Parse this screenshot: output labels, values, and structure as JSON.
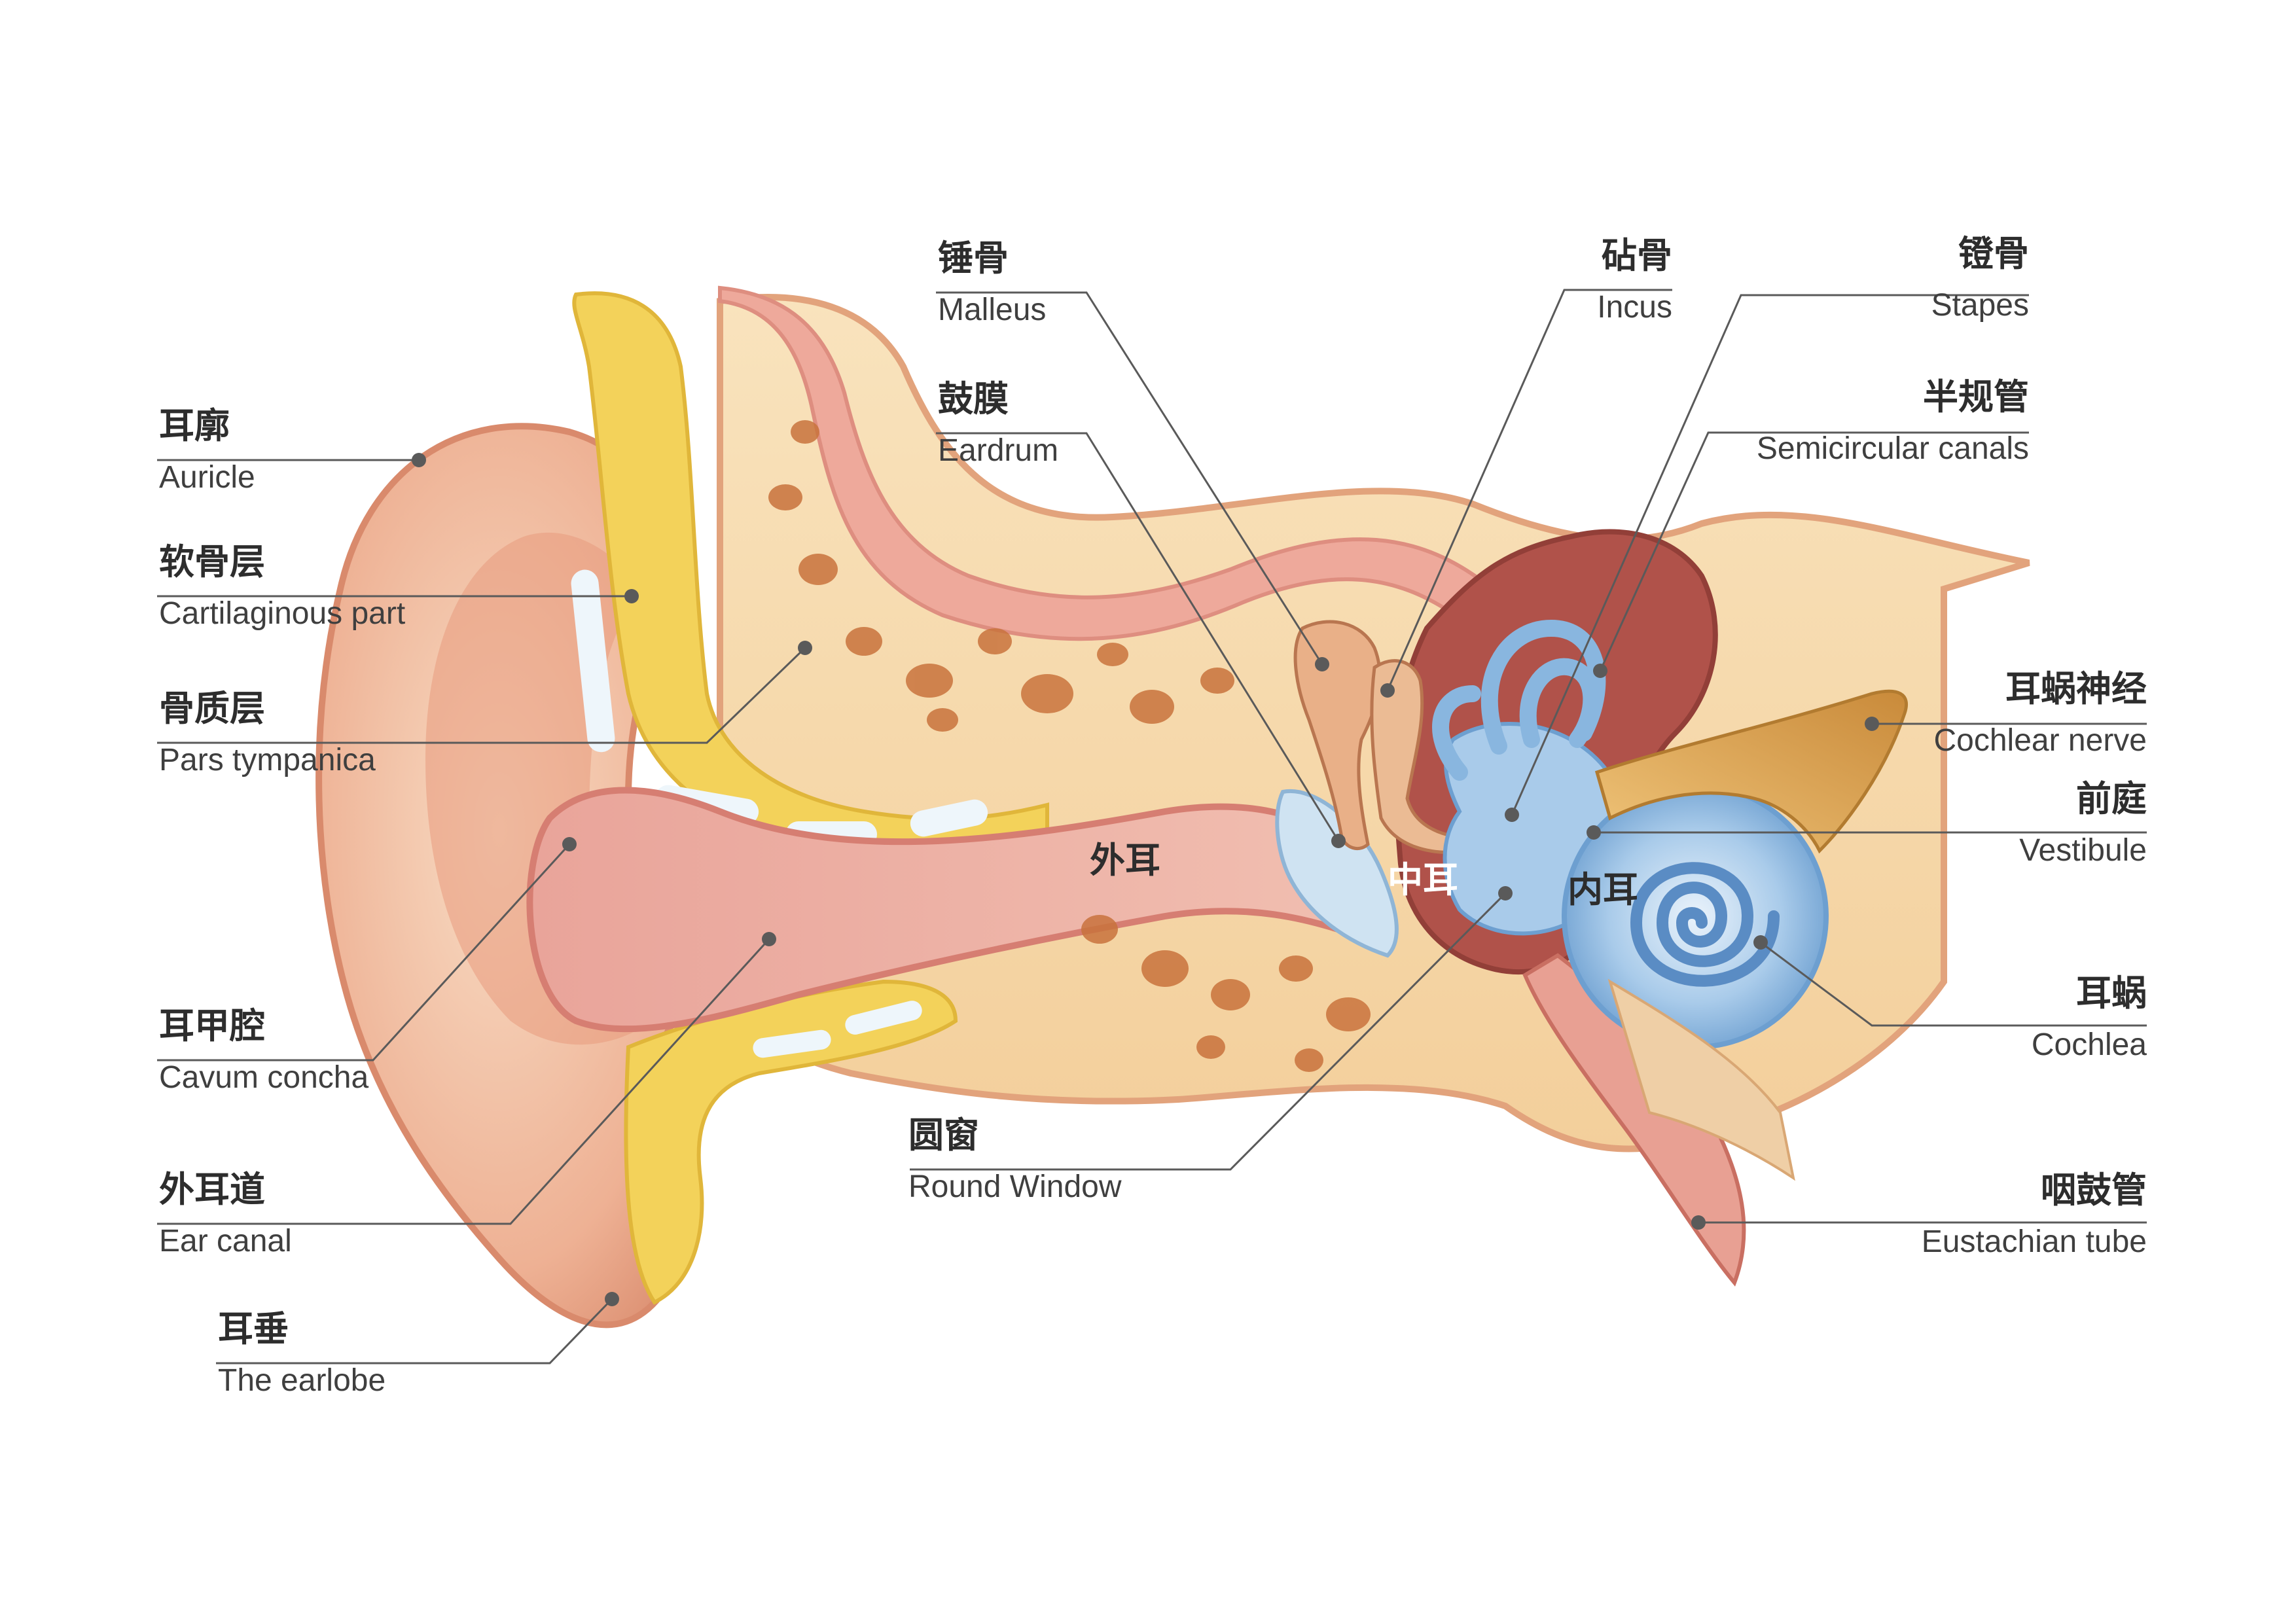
{
  "colors": {
    "skin_light": "#f6d4b8",
    "skin_mid": "#eba98a",
    "skin_dark": "#d9876a",
    "bone": "#f7dcae",
    "bone_hole": "#c9733d",
    "cartilage": "#f3d25a",
    "canal_pink": "#e8a8a0",
    "cavity_red": "#b0524a",
    "inner_blue": "#9cc3e6",
    "nerve": "#e4b466",
    "leader": "#5a5a5a"
  },
  "labels_left": [
    {
      "zh": "耳廓",
      "en": "Auricle"
    },
    {
      "zh": "软骨层",
      "en": "Cartilaginous part"
    },
    {
      "zh": "骨质层",
      "en": "Pars tympanica"
    },
    {
      "zh": "耳甲腔",
      "en": "Cavum concha"
    },
    {
      "zh": "外耳道",
      "en": "Ear canal"
    },
    {
      "zh": "耳垂",
      "en": "The earlobe"
    }
  ],
  "labels_top": [
    {
      "zh": "锤骨",
      "en": "Malleus"
    },
    {
      "zh": "鼓膜",
      "en": "Eardrum"
    },
    {
      "zh": "砧骨",
      "en": "Incus"
    }
  ],
  "labels_right": [
    {
      "zh": "镫骨",
      "en": "Stapes"
    },
    {
      "zh": "半规管",
      "en": "Semicircular canals"
    },
    {
      "zh": "耳蜗神经",
      "en": "Cochlear nerve"
    },
    {
      "zh": "前庭",
      "en": "Vestibule"
    },
    {
      "zh": "耳蜗",
      "en": "Cochlea"
    },
    {
      "zh": "咽鼓管",
      "en": "Eustachian tube"
    }
  ],
  "label_bottom": {
    "zh": "圆窗",
    "en": "Round Window"
  },
  "regions": {
    "outer": "外耳",
    "middle": "中耳",
    "inner": "内耳"
  }
}
